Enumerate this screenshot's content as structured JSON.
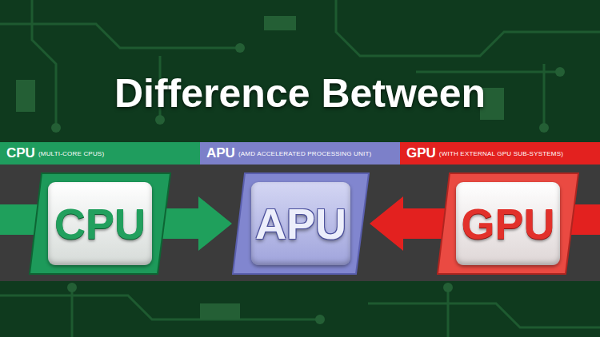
{
  "diagram": {
    "title": "Difference Between",
    "nodes": [
      {
        "text": [
          "CPU",
          "(MULTI-CORE CPUS)"
        ]
      },
      {
        "text": [
          "APU",
          "(AMD ACCELERATED PROCESSING UNIT)"
        ]
      },
      {
        "text": [
          "GPU",
          "(WITH EXTERNAL GPU SUB-SYSTEMS)"
        ]
      },
      {
        "text": [
          "CPU"
        ]
      },
      {
        "text": [
          "APU"
        ]
      },
      {
        "text": [
          "GPU"
        ]
      }
    ],
    "edges": [
      {
        "from": 3,
        "to": 4,
        "arrow": "to"
      },
      {
        "from": 5,
        "to": 4,
        "arrow": "to"
      }
    ]
  }
}
